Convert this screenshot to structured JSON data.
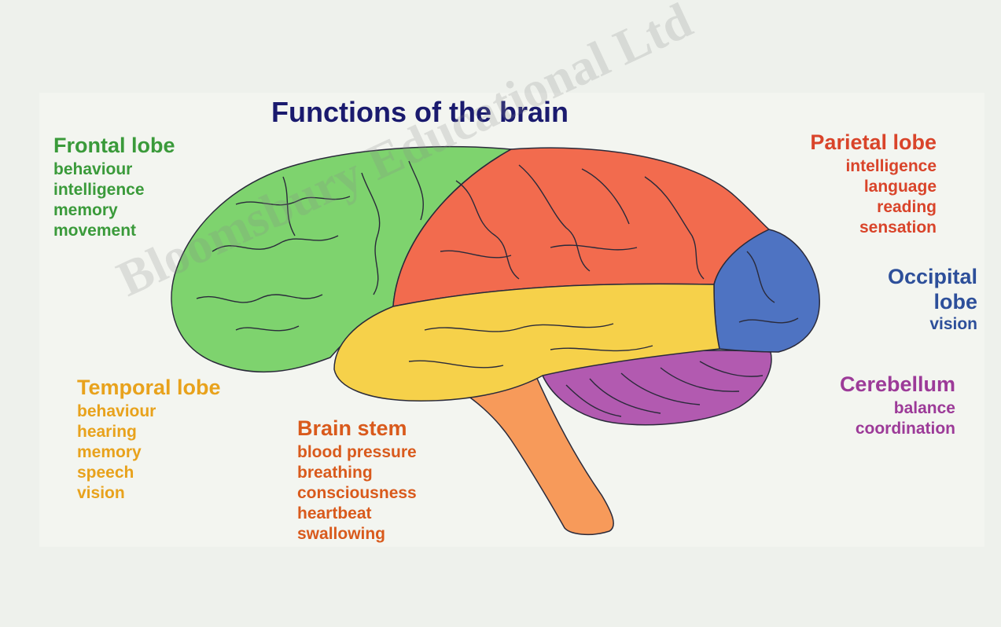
{
  "title": "Functions of the brain",
  "colors": {
    "title": "#1a1a6e",
    "frontal": "#7ed36e",
    "frontal_text": "#3a9a3a",
    "parietal": "#f26b4e",
    "parietal_text": "#d9442a",
    "occipital": "#4e73c2",
    "occipital_text": "#2d4f9a",
    "temporal": "#f6d14a",
    "temporal_text": "#e8a21c",
    "cerebellum": "#b25ab0",
    "cerebellum_text": "#9c3a98",
    "brainstem": "#f79a5a",
    "brainstem_text": "#d95a1c",
    "outline": "#2a2a3a"
  },
  "lobes": {
    "frontal": {
      "name": "Frontal lobe",
      "functions": [
        "behaviour",
        "intelligence",
        "memory",
        "movement"
      ]
    },
    "parietal": {
      "name": "Parietal lobe",
      "functions": [
        "intelligence",
        "language",
        "reading",
        "sensation"
      ]
    },
    "occipital": {
      "name_line1": "Occipital",
      "name_line2": "lobe",
      "functions": [
        "vision"
      ]
    },
    "cerebellum": {
      "name": "Cerebellum",
      "functions": [
        "balance",
        "coordination"
      ]
    },
    "temporal": {
      "name": "Temporal lobe",
      "functions": [
        "behaviour",
        "hearing",
        "memory",
        "speech",
        "vision"
      ]
    },
    "brainstem": {
      "name": "Brain stem",
      "functions": [
        "blood pressure",
        "breathing",
        "consciousness",
        "heartbeat",
        "swallowing"
      ]
    }
  },
  "watermark": "Bloomsbury Educational Ltd"
}
